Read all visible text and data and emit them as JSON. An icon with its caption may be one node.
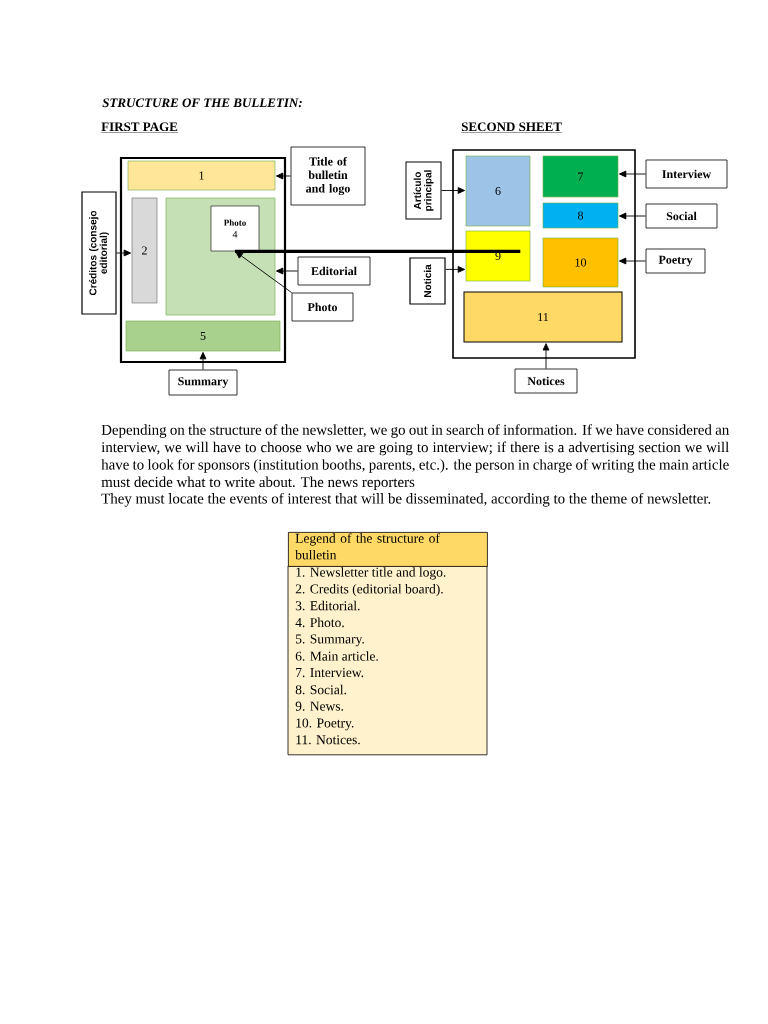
{
  "diagram": {
    "title": "STRUCTURE OF THE BULLETIN:",
    "nodes": [
      {
        "text": [
          "FIRST PAGE"
        ]
      },
      {
        "text": [
          "1"
        ],
        "in": 0
      },
      {
        "text": [
          "2"
        ],
        "in": 0
      },
      {
        "text": [],
        "shape": "box",
        "in": 0
      },
      {
        "text": [
          "Photo",
          "4"
        ],
        "in": 3
      },
      {
        "text": [
          "5"
        ],
        "in": 0
      },
      {
        "text": [
          "Title of bulletin and logo"
        ]
      },
      {
        "text": [
          "Créditos (consejo editorial)"
        ]
      },
      {
        "text": [
          "Editorial"
        ]
      },
      {
        "text": [
          "Photo"
        ]
      },
      {
        "text": [
          "Summary"
        ]
      },
      {
        "text": [
          "SECOND SHEET"
        ]
      },
      {
        "text": [
          "6"
        ],
        "in": 11
      },
      {
        "text": [
          "7"
        ],
        "in": 11
      },
      {
        "text": [
          "8"
        ],
        "in": 11
      },
      {
        "text": [
          "9"
        ],
        "in": 11
      },
      {
        "text": [
          "10"
        ],
        "in": 11
      },
      {
        "text": [
          "11"
        ],
        "in": 11
      },
      {
        "text": [
          "Artículo principal"
        ]
      },
      {
        "text": [
          "Noticia"
        ]
      },
      {
        "text": [
          "Interview"
        ]
      },
      {
        "text": [
          "Social"
        ]
      },
      {
        "text": [
          "Poetry"
        ]
      },
      {
        "text": [
          "Notices"
        ]
      }
    ],
    "edges": [
      {
        "from": 6,
        "to": 1,
        "arrow": "to"
      },
      {
        "from": 7,
        "to": 2,
        "arrow": "to"
      },
      {
        "from": 8,
        "to": 3,
        "arrow": "to"
      },
      {
        "from": 9,
        "to": 4,
        "arrow": "to"
      },
      {
        "from": 10,
        "to": 5,
        "arrow": "to"
      },
      {
        "from": 15,
        "to": 4,
        "arrow": "none",
        "style": "thick"
      },
      {
        "from": 18,
        "to": 12,
        "arrow": "to"
      },
      {
        "from": 19,
        "to": 15,
        "arrow": "to"
      },
      {
        "from": 20,
        "to": 13,
        "arrow": "to"
      },
      {
        "from": 21,
        "to": 14,
        "arrow": "to"
      },
      {
        "from": 22,
        "to": 16,
        "arrow": "to"
      },
      {
        "from": 23,
        "to": 17,
        "arrow": "to"
      }
    ],
    "labels": [
      "Depending on the structure of the newsletter, we go out in search of information. If we have considered an interview, we will have to choose who we are going to interview; if there is a advertising section we will have to look for sponsors (institution booths, parents, etc.). the person in charge of writing the main article must decide what to write about. The news reporters",
      "They must locate the events of interest that will be disseminated, according to the theme of newsletter.",
      "Legend of the structure of bulletin",
      "1. Newsletter title and logo.",
      "2. Credits (editorial board).",
      "3. Editorial.",
      "4. Photo.",
      "5. Summary.",
      "6. Main article.",
      "7. Interview.",
      "8. Social.",
      "9. News.",
      "10. Poetry.",
      "11. Notices."
    ]
  }
}
